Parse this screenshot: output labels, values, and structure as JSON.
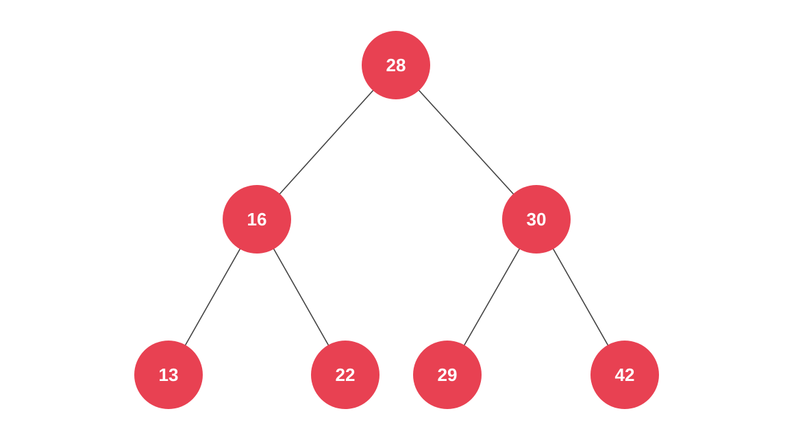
{
  "tree": {
    "nodes": [
      {
        "id": "n28",
        "label": "28"
      },
      {
        "id": "n16",
        "label": "16"
      },
      {
        "id": "n30",
        "label": "30"
      },
      {
        "id": "n13",
        "label": "13"
      },
      {
        "id": "n22",
        "label": "22"
      },
      {
        "id": "n29",
        "label": "29"
      },
      {
        "id": "n42",
        "label": "42"
      }
    ],
    "edges": [
      {
        "from": "n28",
        "to": "n16"
      },
      {
        "from": "n28",
        "to": "n30"
      },
      {
        "from": "n16",
        "to": "n13"
      },
      {
        "from": "n16",
        "to": "n22"
      },
      {
        "from": "n30",
        "to": "n29"
      },
      {
        "from": "n30",
        "to": "n42"
      }
    ]
  },
  "colors": {
    "node_fill": "#e84152",
    "node_text": "#ffffff",
    "edge": "#444444",
    "separator": "#f2564a"
  }
}
